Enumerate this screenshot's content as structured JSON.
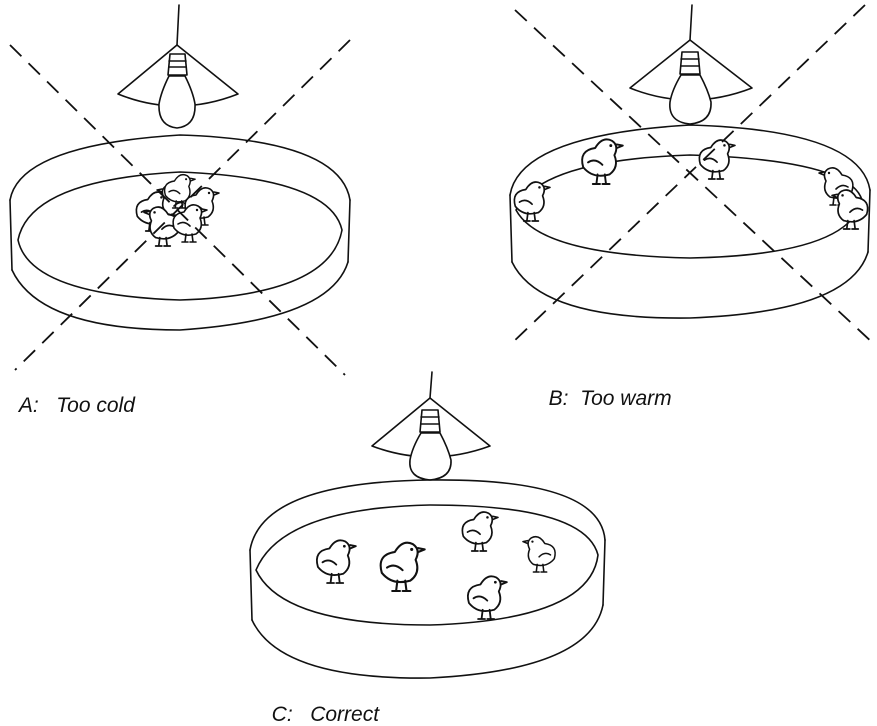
{
  "panels": [
    {
      "id": "A",
      "letter": "A:",
      "label": "Too cold",
      "crossed": true,
      "chick_arrangement": "huddled-under-lamp"
    },
    {
      "id": "B",
      "letter": "B:",
      "label": "Too warm",
      "crossed": true,
      "chick_arrangement": "spread-at-edges"
    },
    {
      "id": "C",
      "letter": "C:",
      "label": "Correct",
      "crossed": false,
      "chick_arrangement": "evenly-distributed"
    }
  ]
}
